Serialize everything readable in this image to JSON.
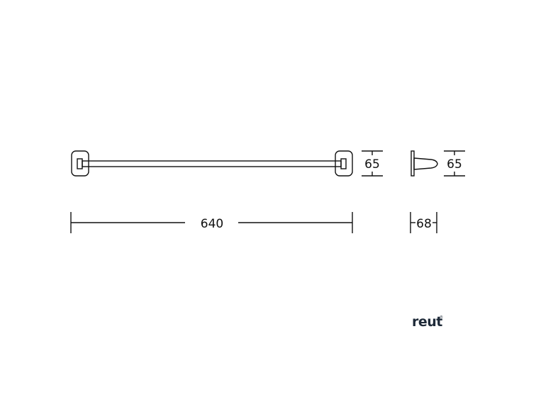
{
  "drawing": {
    "length_label": "640",
    "front_height_label": "65",
    "side_height_label": "65",
    "depth_label": "68"
  },
  "brand": {
    "name": "reut",
    "mark": "®"
  },
  "colors": {
    "line": "#111111",
    "brand": "#1e2a38"
  }
}
